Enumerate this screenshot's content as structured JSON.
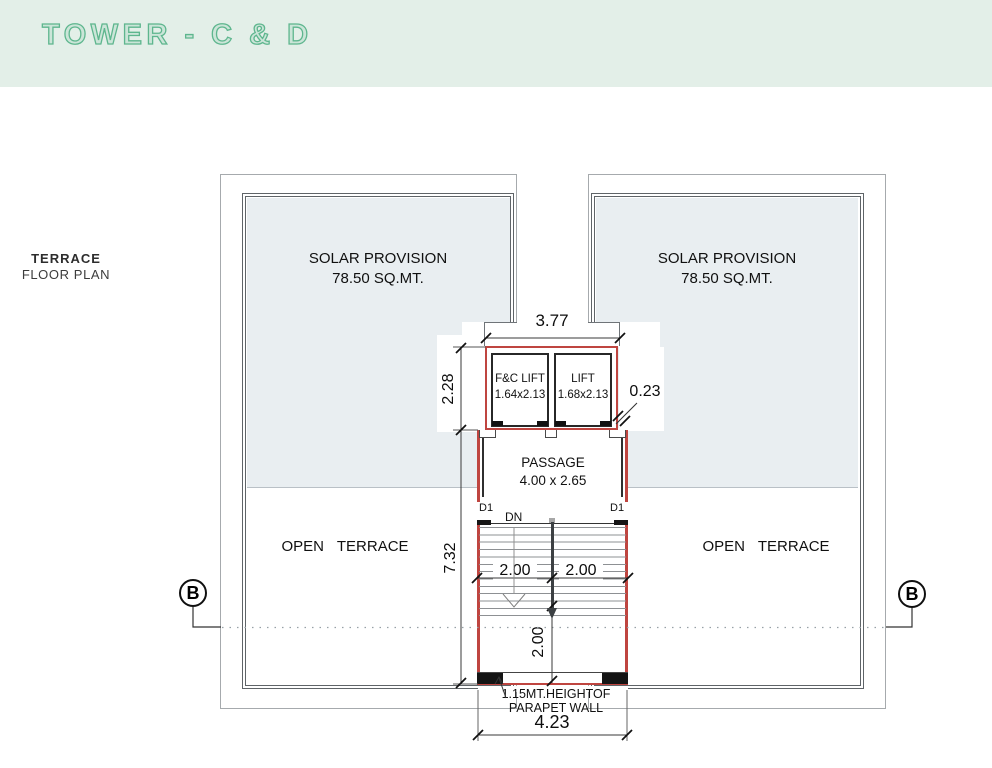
{
  "header": {
    "title": "TOWER - C & D"
  },
  "plan_label": {
    "line1": "TERRACE",
    "line2": "FLOOR PLAN"
  },
  "units": {
    "left": {
      "area_line1": "SOLAR PROVISION",
      "area_line2": "78.50 SQ.MT.",
      "terrace": "OPEN TERRACE"
    },
    "right": {
      "area_line1": "SOLAR PROVISION",
      "area_line2": "78.50 SQ.MT.",
      "terrace": "OPEN TERRACE"
    }
  },
  "core": {
    "lift_fc": {
      "name": "F&C LIFT",
      "size": "1.64x2.13"
    },
    "lift": {
      "name": "LIFT",
      "size": "1.68x2.13"
    },
    "passage": {
      "name": "PASSAGE",
      "size": "4.00 x 2.65"
    },
    "stair_direction": "DN",
    "door_left": "D1",
    "door_right": "D1",
    "parapet_line1": "1.15MT.HEIGHTOF",
    "parapet_line2": "PARAPET WALL"
  },
  "dimensions": {
    "top_width": "3.77",
    "lift_depth": "2.28",
    "wall_thickness": "0.23",
    "stair_depth": "7.32",
    "run_left": "2.00",
    "run_right": "2.00",
    "landing": "2.00",
    "bottom_width": "4.23"
  },
  "section_markers": {
    "left": "B",
    "right": "B"
  },
  "colors": {
    "header_bg": "#e3efe8",
    "header_text": "#5eb68e",
    "wall_red": "#bf4540",
    "solar_shade": "#e9eef1"
  }
}
